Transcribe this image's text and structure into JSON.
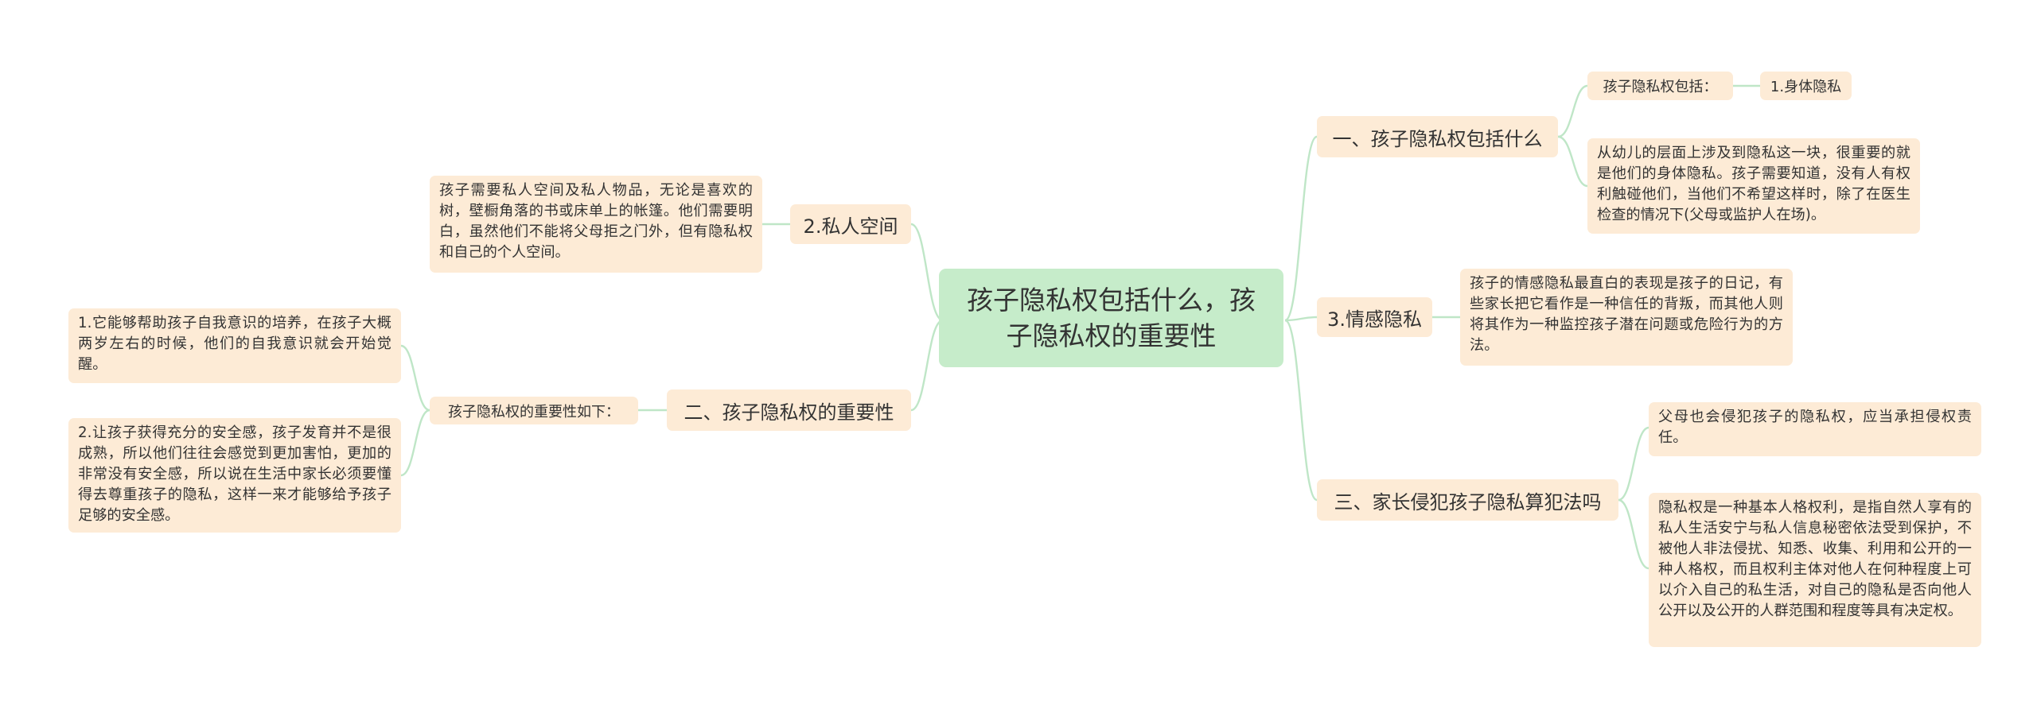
{
  "root": {
    "title": "孩子隐私权包括什么，孩子隐私权的重要性"
  },
  "branches": {
    "private_space": {
      "label": "2.私人空间",
      "detail": "孩子需要私人空间及私人物品，无论是喜欢的树，壁橱角落的书或床单上的帐篷。他们需要明白，虽然他们不能将父母拒之门外，但有隐私权和自己的个人空间。"
    },
    "importance": {
      "label": "二、孩子隐私权的重要性",
      "intro": "孩子隐私权的重要性如下：",
      "points": [
        "1.它能够帮助孩子自我意识的培养，在孩子大概两岁左右的时候，他们的自我意识就会开始觉醒。",
        "2.让孩子获得充分的安全感，孩子发育并不是很成熟，所以他们往往会感觉到更加害怕，更加的非常没有安全感，所以说在生活中家长必须要懂得去尊重孩子的隐私，这样一来才能够给予孩子足够的安全感。"
      ]
    },
    "includes": {
      "label": "一、孩子隐私权包括什么",
      "sub_label": "孩子隐私权包括：",
      "body_privacy": "1.身体隐私",
      "body_detail": "从幼儿的层面上涉及到隐私这一块，很重要的就是他们的身体隐私。孩子需要知道，没有人有权利触碰他们，当他们不希望这样时，除了在医生检查的情况下(父母或监护人在场)。"
    },
    "emotional": {
      "label": "3.情感隐私",
      "detail": "孩子的情感隐私最直白的表现是孩子的日记，有些家长把它看作是一种信任的背叛，而其他人则将其作为一种监控孩子潜在问题或危险行为的方法。"
    },
    "infringement": {
      "label": "三、家长侵犯孩子隐私算犯法吗",
      "points": [
        "父母也会侵犯孩子的隐私权，应当承担侵权责任。",
        "隐私权是一种基本人格权利，是指自然人享有的私人生活安宁与私人信息秘密依法受到保护，不被他人非法侵扰、知悉、收集、利用和公开的一种人格权，而且权利主体对他人在何种程度上可以介入自己的私生活，对自己的隐私是否向他人公开以及公开的人群范围和程度等具有决定权。"
      ]
    }
  }
}
